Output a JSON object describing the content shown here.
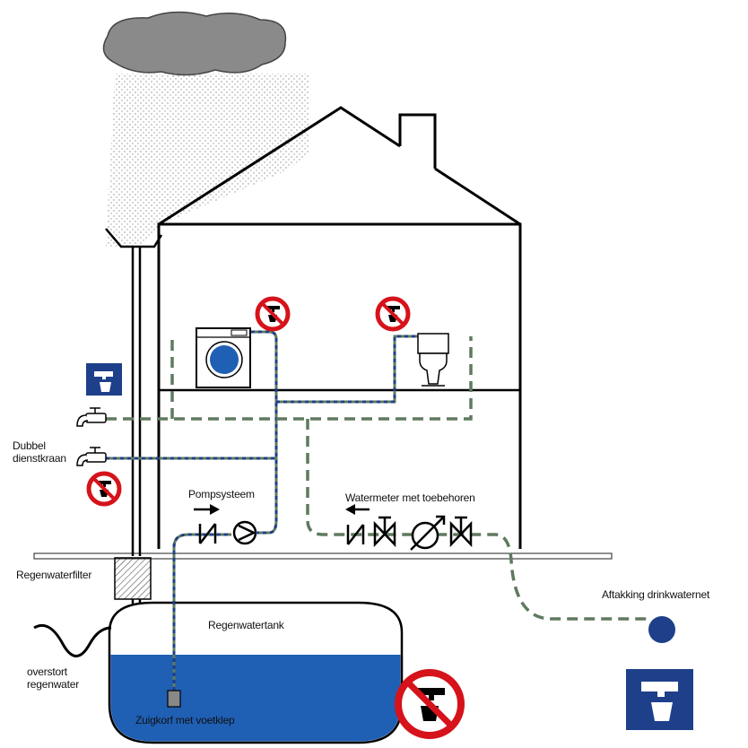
{
  "labels": {
    "dubbel_dienstkraan": [
      "Dubbel",
      "dienstkraan"
    ],
    "pompsysteem": "Pompsysteem",
    "watermeter": "Watermeter met toebehoren",
    "regenwaterfilter": "Regenwaterfilter",
    "aftakking": "Aftakking drinkwaternet",
    "regenwatertank": "Regenwatertank",
    "overstort": [
      "overstort",
      "regenwater"
    ],
    "zuigkorf": "Zuigkorf met voetklep"
  },
  "colors": {
    "water_blue": "#1f5fb4",
    "dark_blue": "#1e3f8a",
    "pipe_green": "#5f7a5f",
    "prohibit_red": "#d6121a",
    "cloud_gray": "#888888",
    "outline": "#000000"
  },
  "icons": [
    "cloud-icon",
    "rain-icon",
    "washing-machine-icon",
    "toilet-icon",
    "tap-icon",
    "pump-icon",
    "check-valve-icon",
    "shutoff-valve-icon",
    "water-meter-icon",
    "suction-strainer-icon",
    "no-drinking-water-icon",
    "drinking-water-icon"
  ]
}
